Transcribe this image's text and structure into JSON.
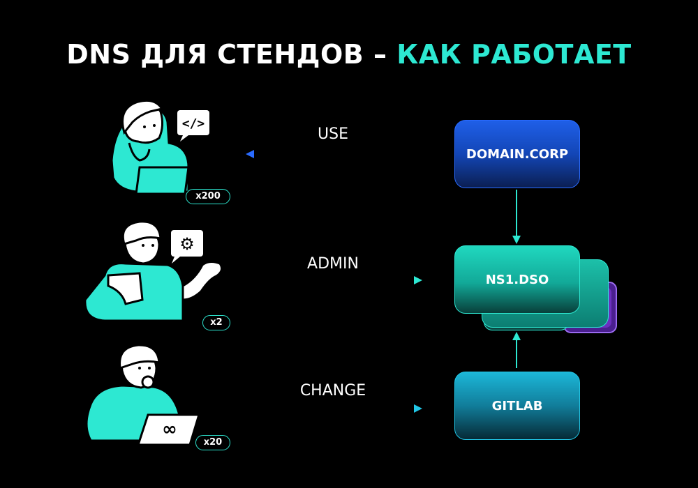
{
  "title": {
    "main": "DNS ДЛЯ СТЕНДОВ – ",
    "accent": "КАК РАБОТАЕТ"
  },
  "nodes": {
    "domain": "DOMAIN.CORP",
    "ns": "NS1.DSO",
    "gitlab": "GITLAB"
  },
  "roles": [
    {
      "action": "USE",
      "count": "x200",
      "bubble_icon": "code-icon"
    },
    {
      "action": "ADMIN",
      "count": "x2",
      "bubble_icon": "gear-icon"
    },
    {
      "action": "CHANGE",
      "count": "x20",
      "bubble_icon": "infinity-icon"
    }
  ],
  "colors": {
    "accent": "#2de8d2",
    "domain": "#1f5fe8",
    "gitlab": "#1cb7d8",
    "logo": "#6b2fbf"
  }
}
